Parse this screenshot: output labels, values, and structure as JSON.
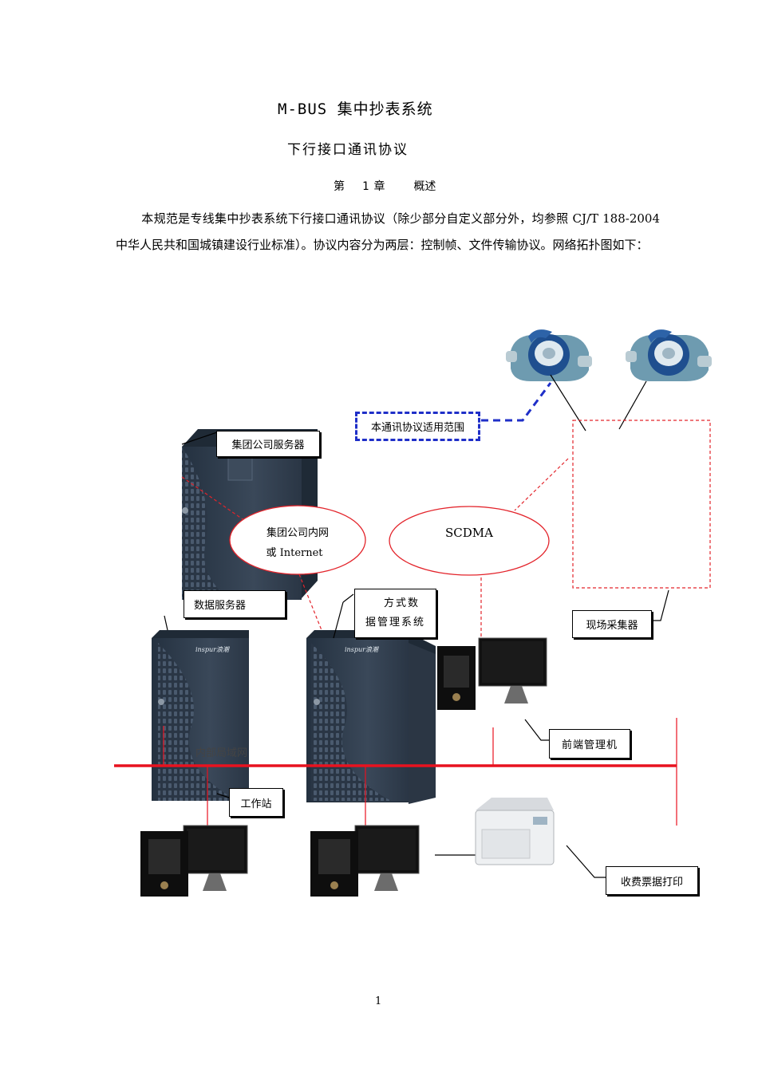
{
  "document": {
    "title_line1": "M-BUS 集中抄表系统",
    "title_line2": "下行接口通讯协议",
    "chapter_prefix": "第",
    "chapter_number": "1",
    "chapter_suffix": "章",
    "chapter_title": "概述",
    "paragraph": "本规范是专线集中抄表系统下行接口通讯协议（除少部分自定义部分外，均参照 CJ/T 188-2004 中华人民共和国城镇建设行业标准）。协议内容分为两层：控制帧、文件传输协议。网络拓扑图如下：",
    "page_number": "1"
  },
  "diagram": {
    "scope_label": "本通讯协议适用范围",
    "group_server_label": "集团公司服务器",
    "intranet_line1": "集团公司内网",
    "intranet_line2": "或 Internet",
    "scdma_label": "SCDMA",
    "data_server_label": "数据服务器",
    "mgmt_line1": "方式数",
    "mgmt_line2": "据管理系统",
    "collector_label": "现场采集器",
    "frontend_label": "前端管理机",
    "lan_label": "内部局域网",
    "workstation_label": "工作站",
    "printer_label": "收费票据打印",
    "server_brand": "inspur浪潮"
  },
  "colors": {
    "lan_line": "#e8121f",
    "dashed_red": "#e3242b",
    "scope_blue": "#1f2fc8",
    "server_body": "#2f3c4c"
  }
}
